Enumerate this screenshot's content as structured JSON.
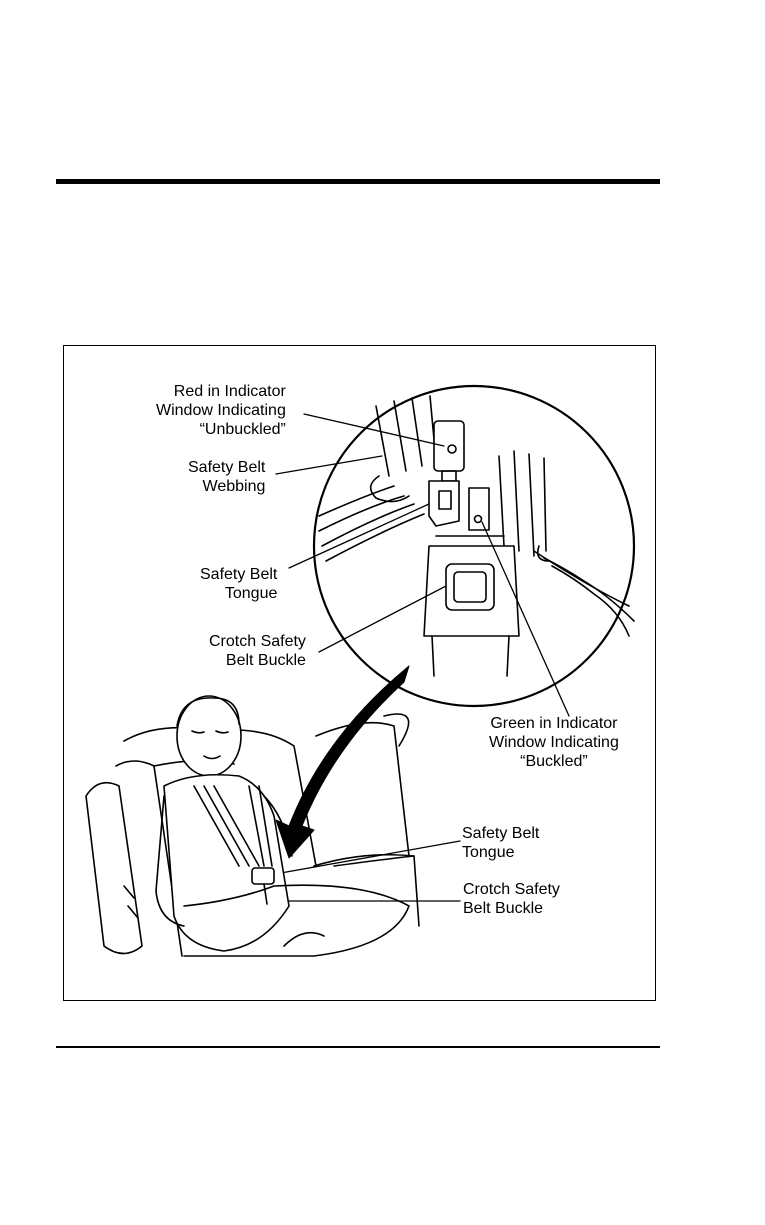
{
  "figure": {
    "callouts": {
      "red_indicator": "Red in Indicator\nWindow Indicating\n“Unbuckled”",
      "webbing": "Safety Belt\nWebbing",
      "tongue_detail": "Safety Belt\nTongue",
      "buckle_detail": "Crotch Safety\nBelt Buckle",
      "green_indicator": "Green in Indicator\nWindow Indicating\n“Buckled”",
      "tongue_main": "Safety Belt\nTongue",
      "buckle_main": "Crotch Safety\nBelt Buckle"
    }
  }
}
